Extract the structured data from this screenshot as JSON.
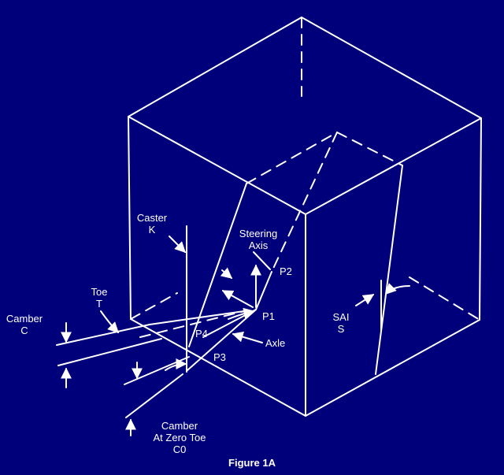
{
  "labels": {
    "caster_title": "Caster",
    "caster_symbol": "K",
    "steering_title": "Steering",
    "steering_sub": "Axis",
    "toe_title": "Toe",
    "toe_symbol": "T",
    "camber_title": "Camber",
    "camber_symbol": "C",
    "sai_title": "SAI",
    "sai_symbol": "S",
    "axle": "Axle",
    "p1": "P1",
    "p2": "P2",
    "p3": "P3",
    "p4": "P4",
    "camber0_line1": "Camber",
    "camber0_line2": "At Zero Toe",
    "camber0_symbol": "C0",
    "figure_caption": "Figure 1A"
  },
  "colors": {
    "background": "#00007a",
    "line": "#ffffff"
  }
}
